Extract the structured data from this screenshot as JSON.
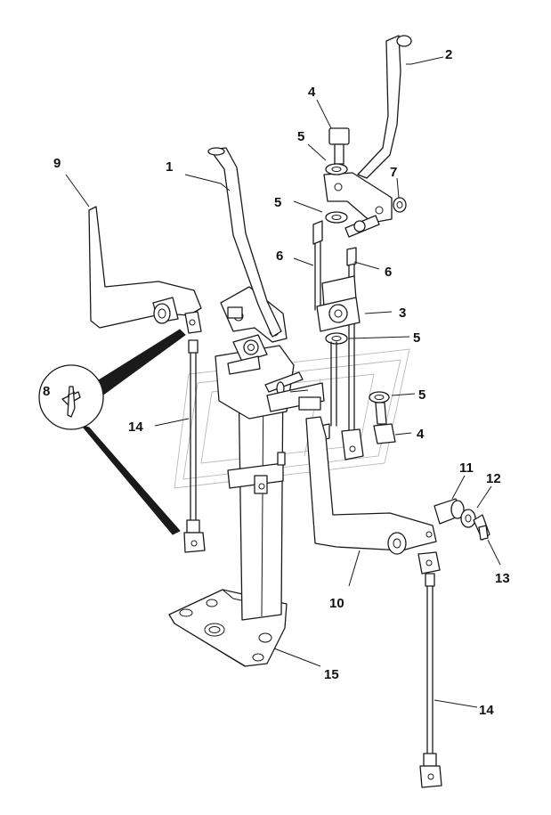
{
  "callouts": [
    {
      "id": "c1",
      "text": "1"
    },
    {
      "id": "c2",
      "text": "2"
    },
    {
      "id": "c3",
      "text": "3"
    },
    {
      "id": "c4a",
      "text": "4"
    },
    {
      "id": "c4b",
      "text": "4"
    },
    {
      "id": "c5a",
      "text": "5"
    },
    {
      "id": "c5b",
      "text": "5"
    },
    {
      "id": "c5c",
      "text": "5"
    },
    {
      "id": "c5d",
      "text": "5"
    },
    {
      "id": "c6a",
      "text": "6"
    },
    {
      "id": "c6b",
      "text": "6"
    },
    {
      "id": "c7",
      "text": "7"
    },
    {
      "id": "c8",
      "text": "8"
    },
    {
      "id": "c9",
      "text": "9"
    },
    {
      "id": "c10",
      "text": "10"
    },
    {
      "id": "c11",
      "text": "11"
    },
    {
      "id": "c12",
      "text": "12"
    },
    {
      "id": "c13",
      "text": "13"
    },
    {
      "id": "c14a",
      "text": "14"
    },
    {
      "id": "c14b",
      "text": "14"
    },
    {
      "id": "c15",
      "text": "15"
    }
  ],
  "colors": {
    "line": "#1a1a1a",
    "background": "#ffffff",
    "watermark": "#b9b9b9"
  }
}
